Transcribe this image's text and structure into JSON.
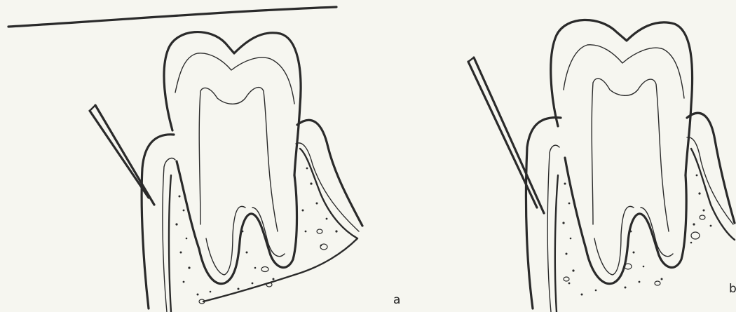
{
  "figure": {
    "panels": [
      {
        "id": "a",
        "label": "a"
      },
      {
        "id": "b",
        "label": "b"
      }
    ],
    "colors": {
      "ink": "#2a2a2a",
      "paper": "#f6f6f0"
    }
  }
}
